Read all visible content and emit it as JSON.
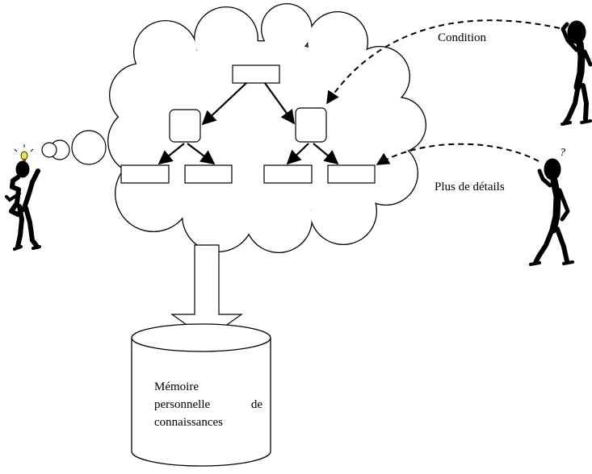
{
  "labels": {
    "condition": "Condition",
    "details": "Plus de détails"
  },
  "memory": {
    "line1": "Mémoire",
    "line2_word1": "personnelle",
    "line2_word2": "de",
    "line3": "connaissances"
  },
  "symbols": {
    "thinker_idea": "!",
    "questioner_mark": "?"
  },
  "icons": [
    "thought-cloud",
    "idea-person-icon",
    "thinking-person-icon",
    "questioning-person-icon",
    "lightbulb-icon",
    "memory-cylinder",
    "down-arrow"
  ]
}
